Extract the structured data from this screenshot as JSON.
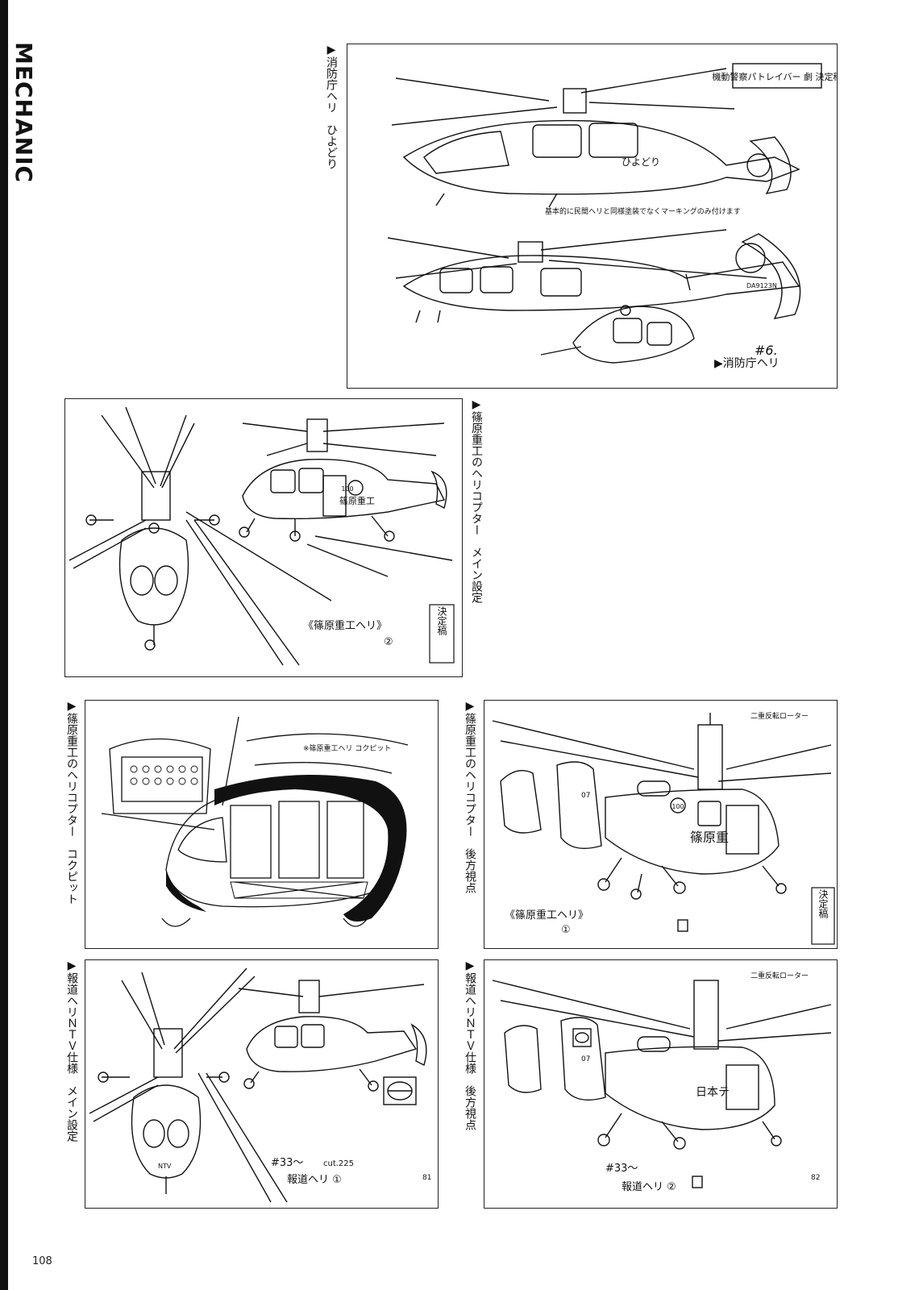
{
  "section_title": "MECHANIC",
  "page_number": "108",
  "panels": [
    {
      "caption": "▶消防庁ヘリ　ひよどり",
      "stamp": "機動警察パトレイバー 劇 決定稿",
      "hull_label": "ひよどり",
      "note": "基本的に民間ヘリと同様塗装でなくマーキングのみ付けます",
      "reg": "DA9123N",
      "cut": "#6.",
      "label": "▶消防庁ヘリ"
    },
    {
      "caption": "▶篠原重工のヘリコプター　メイン設定",
      "title": "《篠原重工ヘリ》",
      "num": "②",
      "stamp": "決定稿",
      "hull": "篠原重工",
      "badge": "100"
    },
    {
      "caption": "▶篠原重工のヘリコプター　コクピット",
      "note": "※篠原重工ヘリ コクピット"
    },
    {
      "caption": "▶篠原重工のヘリコプター　後方視点",
      "title": "《篠原重工ヘリ》",
      "num": "①",
      "stamp": "決定稿",
      "hull": "篠原重",
      "tail": "07",
      "note": "二重反転ローター"
    },
    {
      "caption": "▶報道ヘリＮＴＶ仕様　メイン設定",
      "cut": "#33〜",
      "cutnum": "cut.225",
      "label": "報道ヘリ ①",
      "pagenum": "81",
      "nose": "NTV"
    },
    {
      "caption": "▶報道ヘリＮＴＶ仕様　後方視点",
      "cut": "#33〜",
      "label": "報道ヘリ ②",
      "pagenum": "82",
      "hull": "日本テ",
      "tail": "07",
      "note": "二重反転ローター"
    }
  ]
}
